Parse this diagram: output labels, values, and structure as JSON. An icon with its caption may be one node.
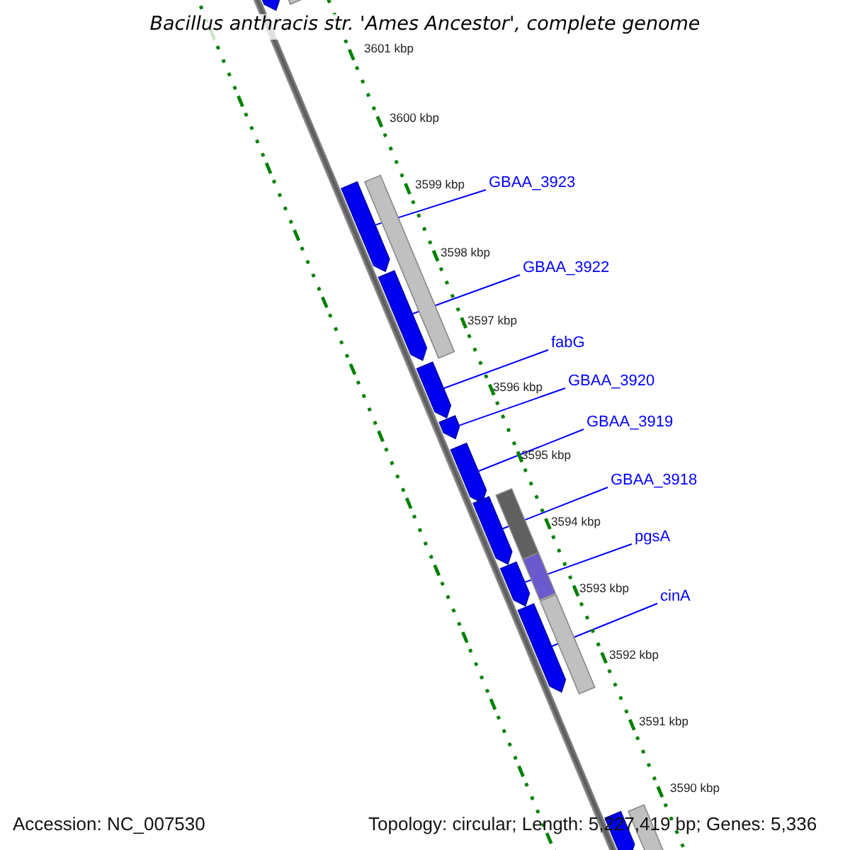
{
  "diagram": {
    "title": "Bacillus anthracis str. 'Ames Ancestor', complete genome",
    "nodes": [
      {
        "text": [
          "GBAA_3923"
        ]
      },
      {
        "text": [
          "GBAA_3922"
        ]
      },
      {
        "text": [
          "fabG"
        ]
      },
      {
        "text": [
          "GBAA_3920"
        ]
      },
      {
        "text": [
          "GBAA_3919"
        ]
      },
      {
        "text": [
          "GBAA_3918"
        ]
      },
      {
        "text": [
          "pgsA"
        ]
      },
      {
        "text": [
          "cinA"
        ]
      },
      {
        "text": [],
        "shape": "bar"
      },
      {
        "text": [],
        "shape": "bar"
      },
      {
        "text": [],
        "shape": "bar"
      },
      {
        "text": [],
        "shape": "bar"
      },
      {
        "text": [],
        "shape": "bar"
      },
      {
        "text": [],
        "shape": "bar"
      },
      {
        "text": [],
        "shape": "bar"
      },
      {
        "text": [],
        "shape": "bar"
      },
      {
        "text": [],
        "shape": "bar"
      },
      {
        "text": [],
        "shape": "bar"
      }
    ],
    "edges": [
      {
        "from": 0,
        "to": 9,
        "arrow": "none"
      },
      {
        "from": 1,
        "to": 10,
        "arrow": "none"
      },
      {
        "from": 2,
        "to": 11,
        "arrow": "none"
      },
      {
        "from": 3,
        "to": 12,
        "arrow": "none"
      },
      {
        "from": 4,
        "to": 13,
        "arrow": "none"
      },
      {
        "from": 5,
        "to": 14,
        "arrow": "none"
      },
      {
        "from": 6,
        "to": 15,
        "arrow": "none"
      },
      {
        "from": 7,
        "to": 16,
        "arrow": "none"
      }
    ],
    "labels": [
      "3601 kbp",
      "3600 kbp",
      "3599 kbp",
      "3598 kbp",
      "3597 kbp",
      "3596 kbp",
      "3595 kbp",
      "3594 kbp",
      "3593 kbp",
      "3592 kbp",
      "3591 kbp",
      "3590 kbp",
      "Accession: NC_007530",
      "Topology: circular; Length: 5,227,419 bp; Genes: 5,336"
    ]
  }
}
